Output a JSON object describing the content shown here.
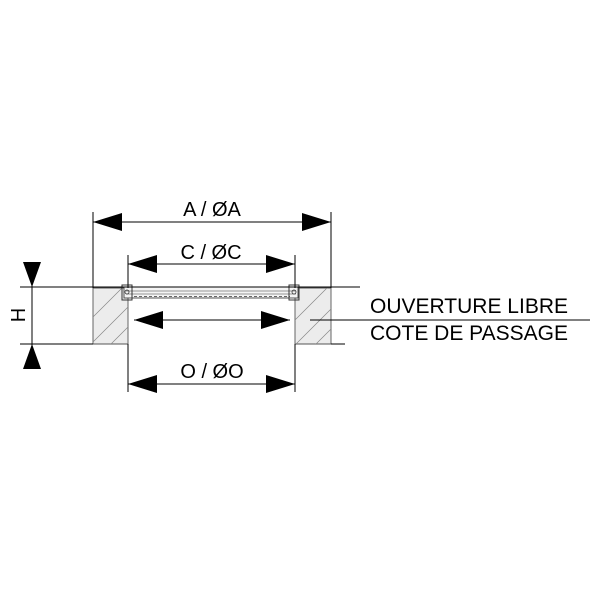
{
  "dimensions": {
    "a_label": "A / ØA",
    "c_label": "C / ØC",
    "o_label": "O / ØO",
    "h_label": "H"
  },
  "notes": {
    "line1": "OUVERTURE LIBRE",
    "line2": "COTE DE PASSAGE"
  }
}
